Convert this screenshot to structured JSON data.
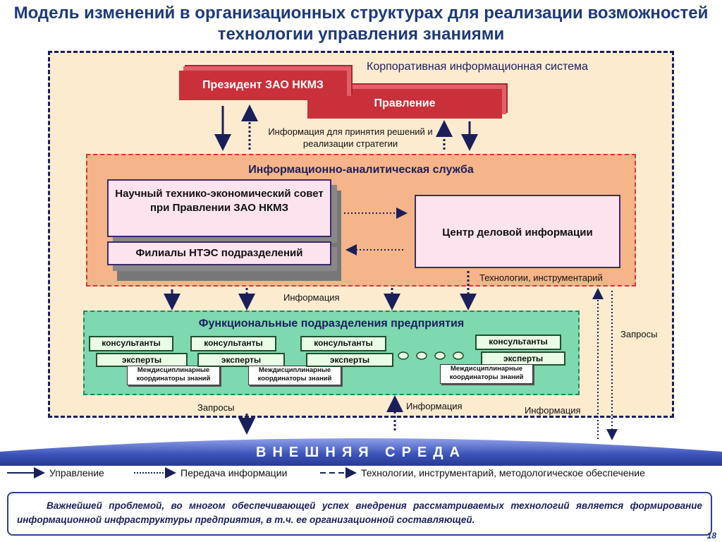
{
  "title": "Модель изменений в организационных структурах для реализации возможностей технологии управления знаниями",
  "corporate_system": "Корпоративная информационная система",
  "president": "Президент ЗАО НКМЗ",
  "board": "Правление",
  "info_for_decisions": "Информация для принятия решений и реализации стратегии",
  "info_analytic_service": "Информационно-аналитическая служба",
  "council": "Научный технико-экономический совет при Правлении ЗАО НКМЗ",
  "branches": "Филиалы НТЭС подразделений",
  "business_center": "Центр деловой информации",
  "tech_tools": "Технологии, инструментарий",
  "information": "Информация",
  "functional_units": "Функциональные подразделения предприятия",
  "consultants": "консультанты",
  "experts": "эксперты",
  "coordinators": "Междисциплинарные координаторы знаний",
  "requests": "Запросы",
  "external_env": "ВНЕШНЯЯ СРЕДА",
  "legend": {
    "management": "Управление",
    "info_transfer": "Передача информации",
    "tech_support": "Технологии, инструментарий, методологическое обеспечение"
  },
  "note": "Важнейшей проблемой, во многом обеспечивающей успех внедрения рассматриваемых технологий является формирование информационной инфраструктуры предприятия, в т.ч. ее организационной составляющей.",
  "page_number": "18",
  "colors": {
    "title": "#1f3a7a",
    "red_block": "#c9303a",
    "corporate_bg": "#fdebd0",
    "service_bg": "#f6b48a",
    "functional_bg": "#7ed8b0",
    "external_env": "#3a52b8"
  }
}
